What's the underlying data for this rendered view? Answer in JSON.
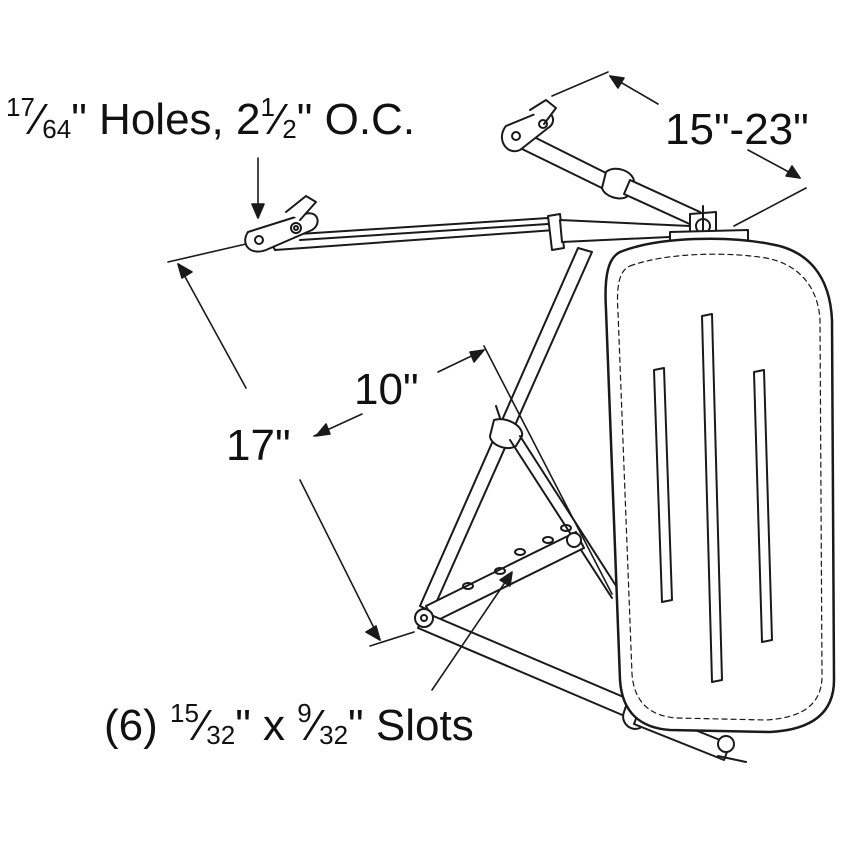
{
  "labels": {
    "holes": {
      "frac_num": "17",
      "frac_den": "64",
      "mid": "\" Holes, 2",
      "half_num": "1",
      "half_den": "2",
      "tail": "\" O.C."
    },
    "dim_width": "15\"-23\"",
    "dim_height": "17\"",
    "dim_brace": "10\"",
    "slots": {
      "prefix": "(6) ",
      "w_num": "15",
      "w_den": "32",
      "mid": "\" x ",
      "h_num": "9",
      "h_den": "32",
      "tail": "\" Slots"
    }
  },
  "colors": {
    "line": "#1a1a1a",
    "fill": "#ffffff"
  }
}
